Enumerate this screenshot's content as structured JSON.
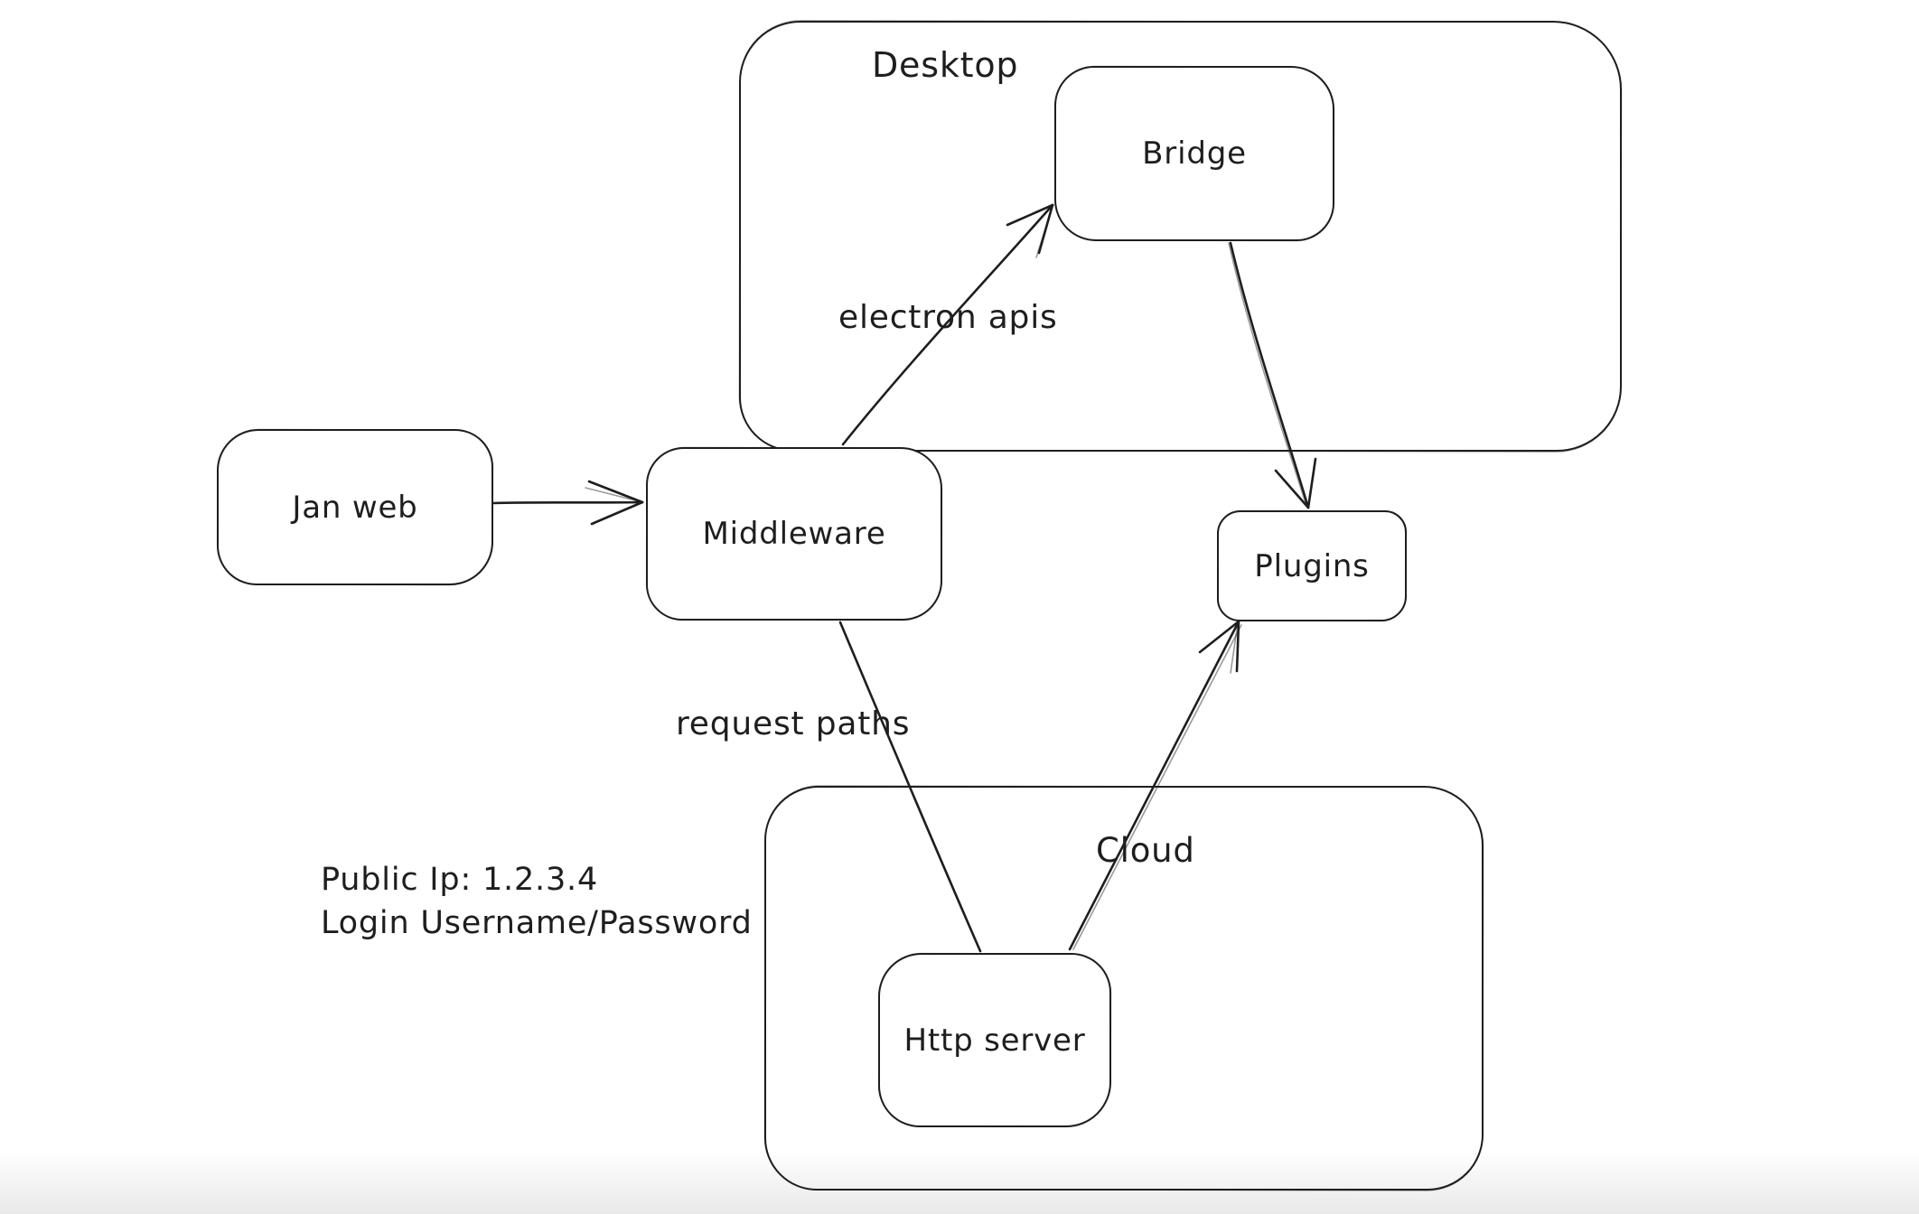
{
  "diagram": {
    "colors": {
      "stroke": "#1e1e1e",
      "background": "#ffffff"
    },
    "containers": {
      "desktop": {
        "label": "Desktop"
      },
      "cloud": {
        "label": "Cloud"
      }
    },
    "nodes": {
      "jan_web": {
        "label": "Jan web"
      },
      "bridge": {
        "label": "Bridge"
      },
      "middleware": {
        "label": "Middleware"
      },
      "plugins": {
        "label": "Plugins"
      },
      "http_server": {
        "label": "Http server"
      }
    },
    "edge_labels": {
      "electron_apis": "electron apis",
      "request_paths": "request paths"
    },
    "note": {
      "line1": "Public Ip: 1.2.3.4",
      "line2": "Login Username/Password"
    }
  }
}
